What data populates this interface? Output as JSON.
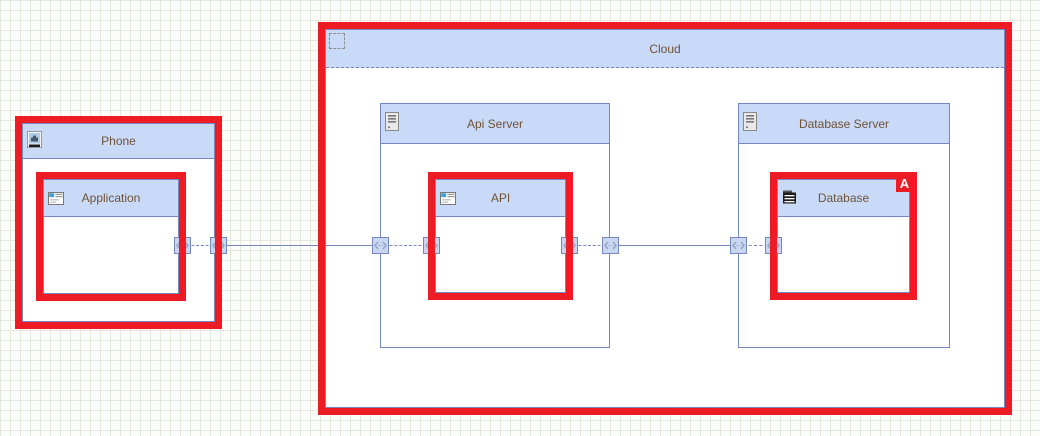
{
  "diagram": {
    "cloud": {
      "label": "Cloud"
    },
    "phone": {
      "label": "Phone"
    },
    "application": {
      "label": "Application"
    },
    "api_server": {
      "label": "Api Server"
    },
    "api": {
      "label": "API"
    },
    "database_server": {
      "label": "Database Server"
    },
    "database": {
      "label": "Database",
      "badge": "A"
    }
  },
  "colors": {
    "selection_highlight": "#ed1c24",
    "node_header_fill": "#c9daf8",
    "node_border": "#7388c1",
    "label_text": "#6e5236",
    "badge_bg": "#ed1c24",
    "badge_text": "#ffffff",
    "grid_line": "#e3e9db"
  },
  "icons": {
    "phone": "phone-icon",
    "application": "application-window-icon",
    "api": "application-window-icon",
    "api_server": "server-icon",
    "database_server": "server-icon",
    "database": "database-icon",
    "anchor": "bidirectional-arrow-icon",
    "collapse": "collapse-toggle"
  }
}
